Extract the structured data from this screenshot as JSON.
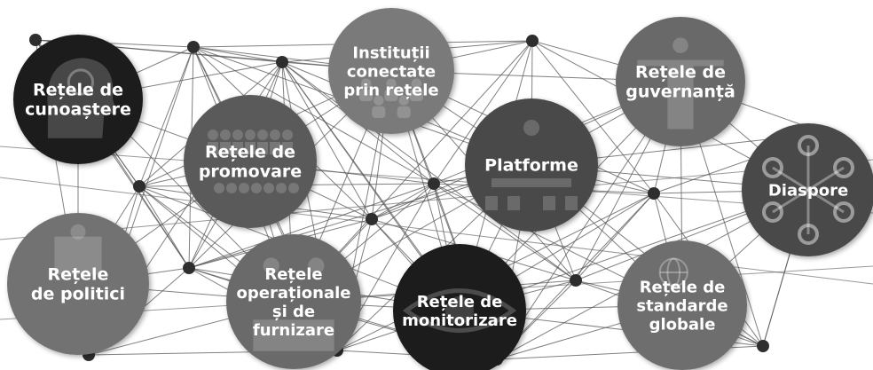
{
  "nodes": [
    {
      "id": "retele-cunoastere",
      "lines": [
        "Rețele de",
        "cunoaștere"
      ],
      "icon": "head-lightbulb-icon",
      "fill": "#1f1f1f"
    },
    {
      "id": "institutii-conectate",
      "lines": [
        "Instituții",
        "conectate",
        "prin rețele"
      ],
      "icon": "people-network-icon",
      "fill": "#7a7a7a"
    },
    {
      "id": "retele-guvernanta",
      "lines": [
        "Rețele de",
        "guvernanță"
      ],
      "icon": "businessman-icon",
      "fill": "#696969"
    },
    {
      "id": "retele-promovare",
      "lines": [
        "Rețele de",
        "promovare"
      ],
      "icon": "crowd-icon",
      "fill": "#5a5a5a"
    },
    {
      "id": "platforme",
      "lines": [
        "Platforme"
      ],
      "icon": "meeting-table-icon",
      "fill": "#4a4a4a"
    },
    {
      "id": "diaspore",
      "lines": [
        "Diaspore"
      ],
      "icon": "hub-nodes-icon",
      "fill": "#4a4a4a"
    },
    {
      "id": "retele-politici",
      "lines": [
        "Rețele",
        "de politici"
      ],
      "icon": "puzzle-icon",
      "fill": "#727272"
    },
    {
      "id": "retele-operationale",
      "lines": [
        "Rețele",
        "operaționale",
        "și de",
        "furnizare"
      ],
      "icon": "workers-icon",
      "fill": "#6a6a6a"
    },
    {
      "id": "retele-monitorizare",
      "lines": [
        "Rețele de",
        "monitorizare"
      ],
      "icon": "eye-icon",
      "fill": "#1e1e1e"
    },
    {
      "id": "retele-standarde",
      "lines": [
        "Rețele de",
        "standarde",
        "globale"
      ],
      "icon": "globe-icon",
      "fill": "#6e6e6e"
    }
  ],
  "colors": {
    "line": "#555555",
    "dot": "#2e2e2e",
    "text": "#ffffff"
  }
}
